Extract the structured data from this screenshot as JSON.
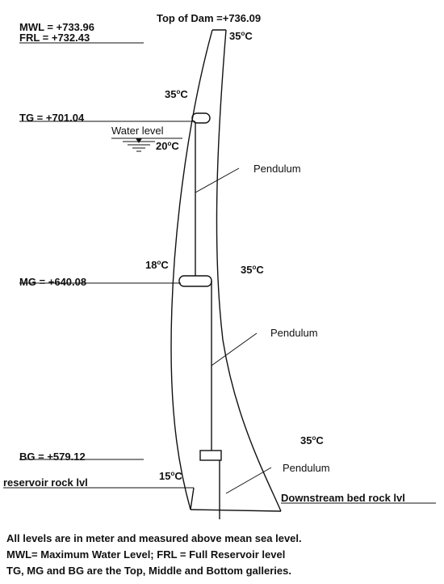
{
  "levels": {
    "top_of_dam": "Top of Dam =+736.09",
    "mwl": "MWL = +733.96",
    "frl": "FRL  = +732.43",
    "tg": "TG  = +701.04",
    "mg": "MG  = +640.08",
    "bg": "BG  = +579.12"
  },
  "water_level": "Water level",
  "temperatures": {
    "top_crest": "35",
    "upper_body": "35",
    "at_water": "20",
    "at_mg": "18",
    "downstream_mid": "35",
    "downstream_low": "35",
    "base": "15",
    "unit_degree": "o",
    "unit_c": "C"
  },
  "pendulum_labels": [
    "Pendulum",
    "Pendulum",
    "Pendulum"
  ],
  "rock": {
    "reservoir": "reservoir rock lvl",
    "downstream": "Downstream bed rock lvl"
  },
  "notes": [
    "All levels are in meter and measured above mean sea level.",
    "MWL= Maximum Water Level; FRL = Full Reservoir level",
    "TG, MG and BG are the Top, Middle and Bottom galleries."
  ]
}
